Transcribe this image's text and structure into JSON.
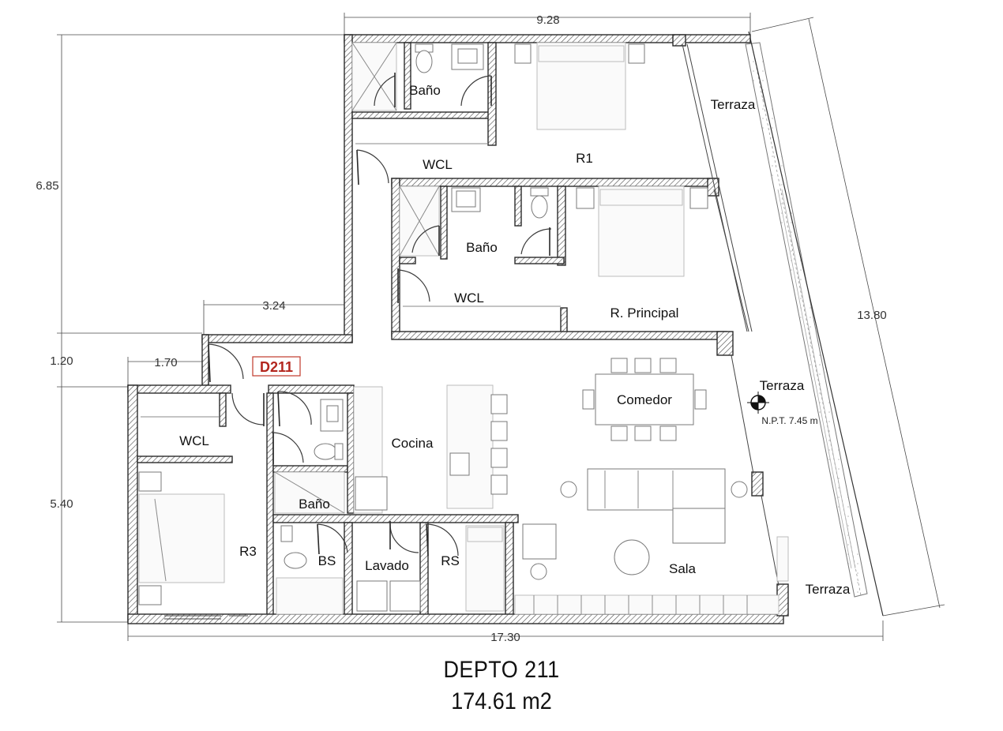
{
  "unit": {
    "code": "D211",
    "title": "DEPTO 211",
    "area": "174.61 m2"
  },
  "dimensions": {
    "top_width": "9.28",
    "upper_left_height": "6.85",
    "mid_offset": "3.24",
    "entry_depth": "1.20",
    "entry_offset": "1.70",
    "lower_left_height": "5.40",
    "bottom_width": "17.30",
    "right_diagonal": "13.80"
  },
  "rooms": {
    "bano_top": "Baño",
    "wcl_top": "WCL",
    "r1": "R1",
    "terraza_top": "Terraza",
    "bano_mid": "Baño",
    "wcl_mid": "WCL",
    "r_principal": "R. Principal",
    "wcl_left": "WCL",
    "r3": "R3",
    "bano_small": "Baño",
    "bs": "BS",
    "lavado": "Lavado",
    "rs": "RS",
    "cocina": "Cocina",
    "comedor": "Comedor",
    "sala": "Sala",
    "terraza_mid": "Terraza",
    "npt": "N.P.T. 7.45 m",
    "terraza_bottom": "Terraza"
  },
  "colors": {
    "wall": "#3a3a3a",
    "accent_tag": "#b3261e"
  }
}
